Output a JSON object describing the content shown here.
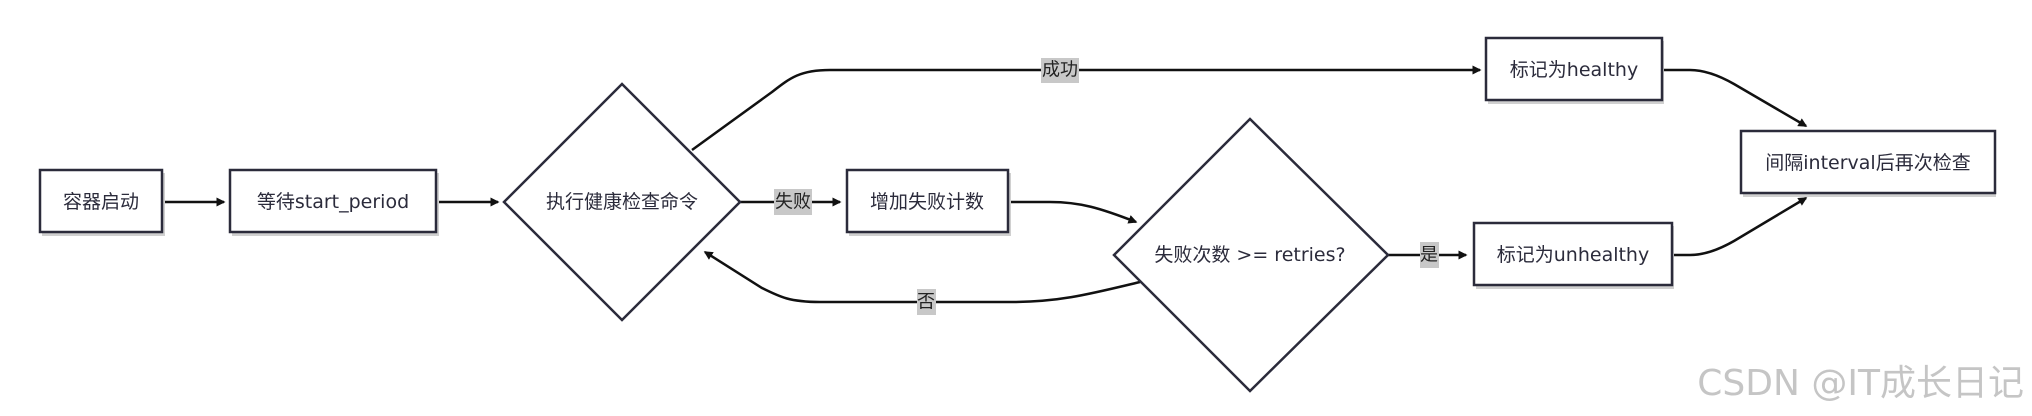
{
  "nodes": {
    "container_start": "容器启动",
    "wait_start_period": "等待start_period",
    "run_health_check": "执行健康检查命令",
    "increase_fail_count": "增加失败计数",
    "fail_count_check": "失败次数 >= retries?",
    "mark_healthy": "标记为healthy",
    "mark_unhealthy": "标记为unhealthy",
    "recheck_after_interval": "间隔interval后再次检查"
  },
  "edge_labels": {
    "success": "成功",
    "fail": "失败",
    "yes": "是",
    "no": "否"
  },
  "watermark": "CSDN @IT成长日记"
}
